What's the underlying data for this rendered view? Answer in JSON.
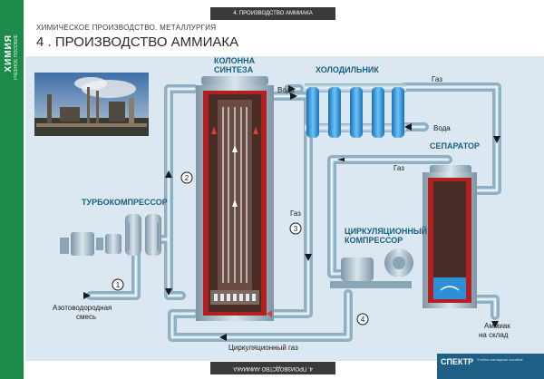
{
  "sidebar": {
    "subject": "ХИМИЯ",
    "caption": "УЧЕБНОЕ ПОСОБИЕ"
  },
  "header": {
    "top_bar": "4. ПРОИЗВОДСТВО АММИАКА",
    "subtitle": "ХИМИЧЕСКОЕ ПРОИЗВОДСТВО. МЕТАЛЛУРГИЯ",
    "title": "4 . ПРОИЗВОДСТВО АММИАКА"
  },
  "footer": {
    "bottom_bar": "4. ПРОИЗВОДСТВО АММИАКА",
    "brand": "СПЕКТР",
    "brand_note": "Учебно-наглядное пособие"
  },
  "labels": {
    "column_line1": "КОЛОННА",
    "column_line2": "СИНТЕЗА",
    "cooler": "ХОЛОДИЛЬНИК",
    "separator": "СЕПАРАТОР",
    "turbocompressor": "ТУРБОКОМПРЕССОР",
    "circ_comp_line1": "ЦИРКУЛЯЦИОННЫЙ",
    "circ_comp_line2": "КОМПРЕССОР",
    "water_in": "Вода",
    "water_out": "Вода",
    "gas_top": "Газ",
    "gas_sep": "Газ",
    "gas_mid": "Газ",
    "feed_line1": "Азотоводородная",
    "feed_line2": "смесь",
    "circ_gas": "Циркуляционный газ",
    "ammonia_line1": "Аммиак",
    "ammonia_line2": "на склад"
  },
  "markers": [
    "1",
    "2",
    "3",
    "4"
  ],
  "colors": {
    "accent_green": "#1e8a4a",
    "pipe": "#a9c6d6",
    "column_body": "#5a3b33",
    "cooler_blue": "#2e8fd8",
    "panel": "#dbe8f1"
  }
}
